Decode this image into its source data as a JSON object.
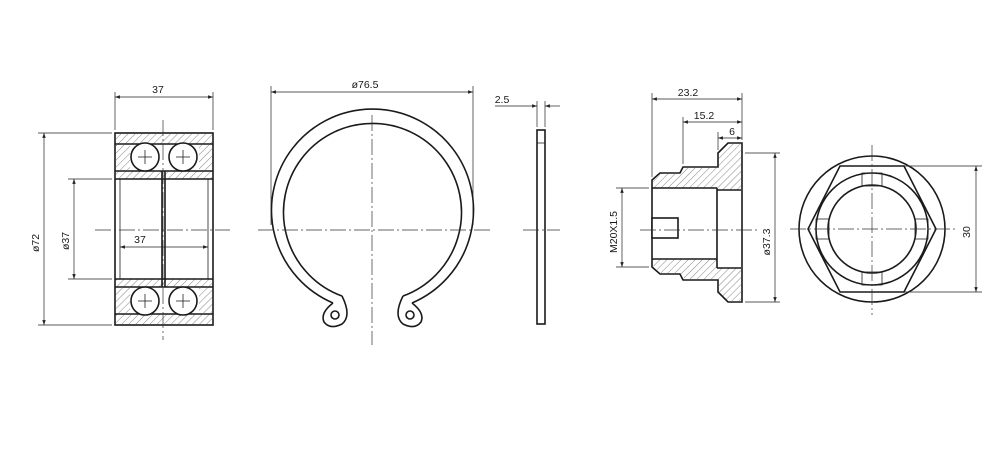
{
  "bearing": {
    "width": "37",
    "outer_diameter": "ø72",
    "bore_diameter": "ø37",
    "inner_width": "37"
  },
  "circlip": {
    "diameter": "ø76.5",
    "thickness": "2.5"
  },
  "nut": {
    "length_total": "23.2",
    "length_mid": "15.2",
    "length_flange": "6",
    "thread": "M20X1.5",
    "flange_diameter": "ø37.3",
    "hex_across_flats": "30"
  },
  "colors": {
    "line": "#1a1a1a",
    "background": "#ffffff"
  }
}
